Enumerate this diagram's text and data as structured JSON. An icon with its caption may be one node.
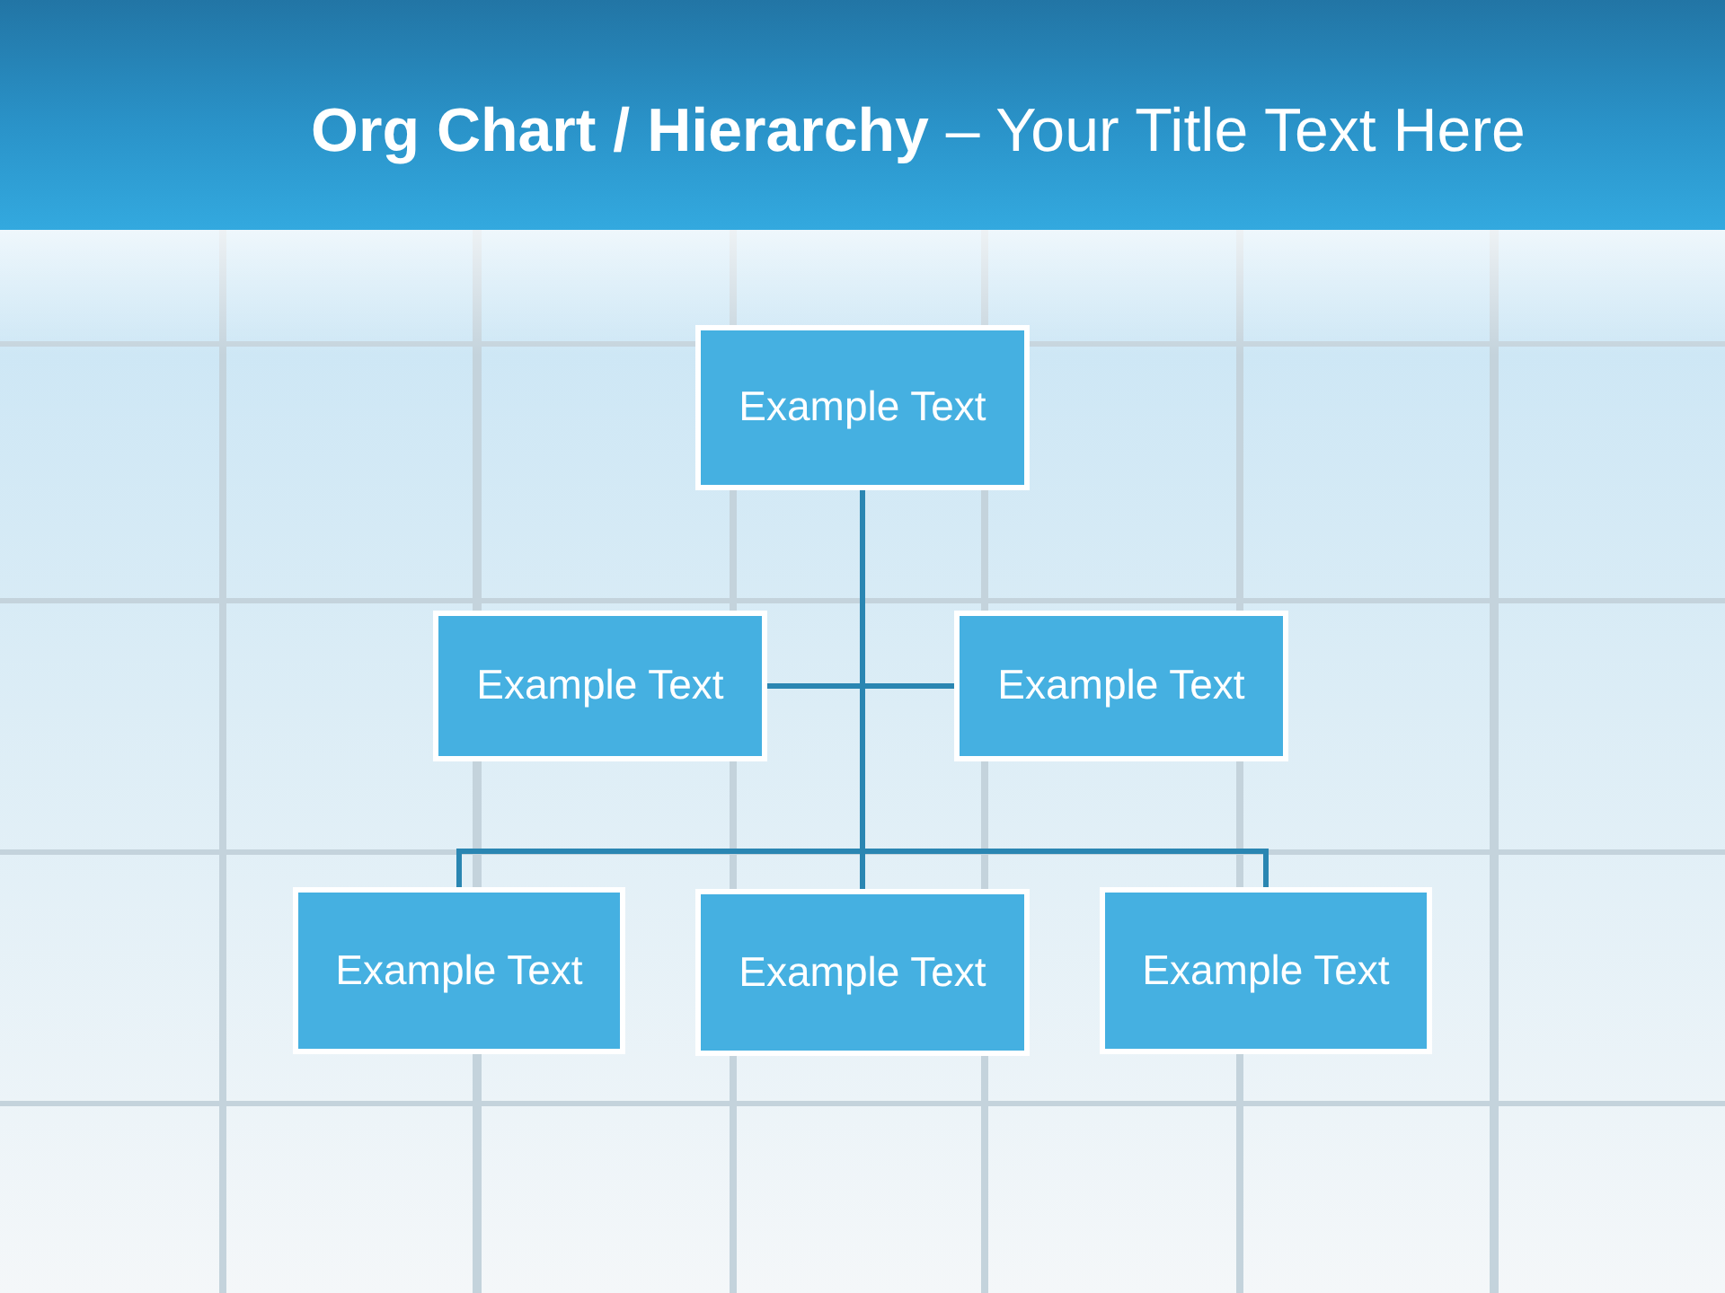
{
  "diagram": {
    "title": "**Org Chart / Hierarchy** – Your Title Text Here",
    "nodes": [
      {
        "text": [
          "Example Text"
        ]
      },
      {
        "text": [
          "Example Text"
        ]
      },
      {
        "text": [
          "Example Text"
        ]
      },
      {
        "text": [
          "Example Text"
        ]
      },
      {
        "text": [
          "Example Text"
        ]
      },
      {
        "text": [
          "Example Text"
        ]
      }
    ],
    "edges": [
      {
        "from": 0,
        "to": 1,
        "arrow": "none"
      },
      {
        "from": 0,
        "to": 2,
        "arrow": "none"
      },
      {
        "from": 0,
        "to": 3,
        "arrow": "none"
      },
      {
        "from": 0,
        "to": 4,
        "arrow": "none"
      },
      {
        "from": 0,
        "to": 5,
        "arrow": "none"
      }
    ]
  }
}
